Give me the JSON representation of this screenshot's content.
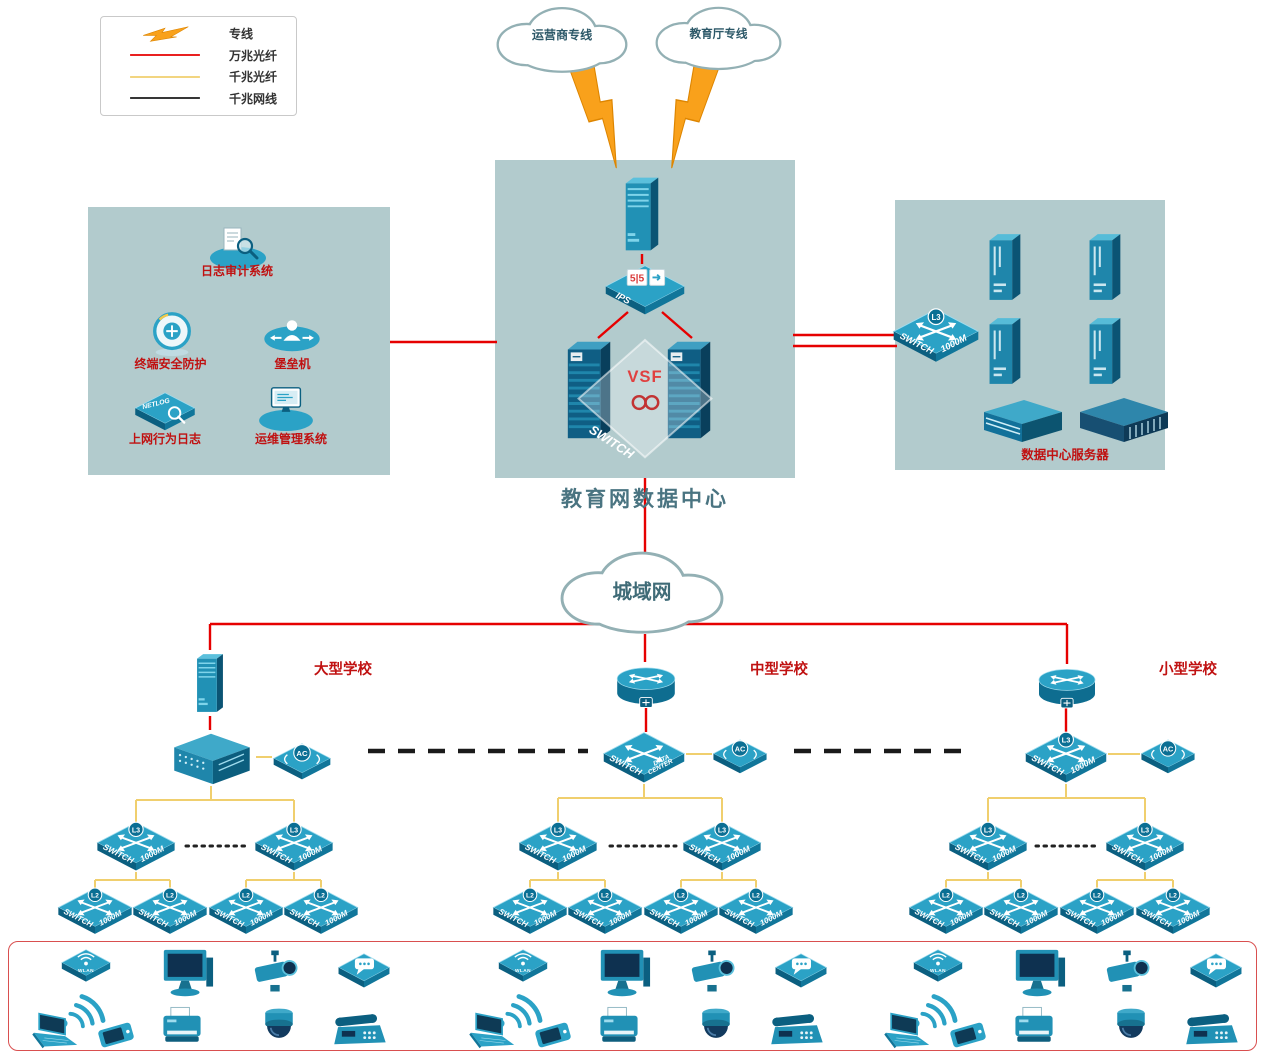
{
  "legend": {
    "items": [
      {
        "label": "专线"
      },
      {
        "label": "万兆光纤"
      },
      {
        "label": "千兆光纤"
      },
      {
        "label": "千兆网线"
      }
    ]
  },
  "clouds": {
    "carrier": "运营商专线",
    "edu": "教育厅专线",
    "man": "城域网"
  },
  "data_center": {
    "title": "教育网数据中心",
    "vsf_label": "VSF",
    "ips_label": "IPS"
  },
  "security_zone": {
    "log_audit": "日志审计系统",
    "terminal_security": "终端安全防护",
    "bastion": "堡垒机",
    "net_behavior": "上网行为日志",
    "netlog_label": "NETLOG",
    "ops_mgmt": "运维管理系统"
  },
  "server_zone": {
    "label": "数据中心服务器"
  },
  "schools": {
    "large": "大型学校",
    "medium": "中型学校",
    "small": "小型学校"
  },
  "device_labels": {
    "switch": "SWITCH",
    "speed": "1000M",
    "l3": "L3",
    "l2": "L2",
    "ac": "AC",
    "data": "DATA",
    "center": "CENTER",
    "wlan": "WLAN"
  },
  "colors": {
    "line_10g": "#e60000",
    "line_1g_fiber": "#f0cf6e",
    "line_1g_copper": "#1a1a1a",
    "device_teal": "#2ba2c6",
    "zone_bg": "#b2cbcd",
    "label_red": "#c01111",
    "bolt_orange": "#f9a11b"
  }
}
